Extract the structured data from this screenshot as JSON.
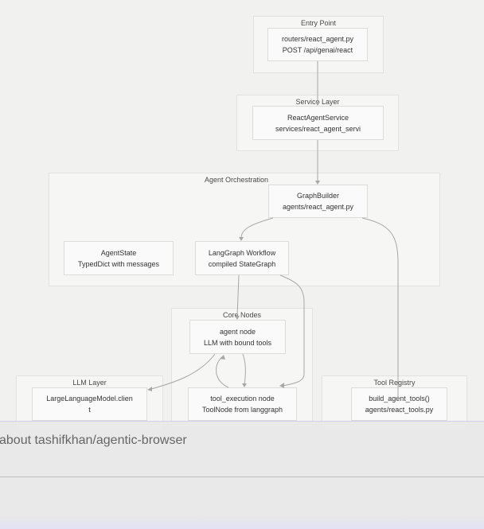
{
  "clusters": {
    "entry_point": "Entry Point",
    "service_layer": "Service Layer",
    "agent_orchestration": "Agent Orchestration",
    "core_nodes": "Core Nodes",
    "llm_layer": "LLM Layer",
    "tool_registry": "Tool Registry"
  },
  "nodes": {
    "router": [
      "routers/react_agent.py",
      "POST /api/genai/react"
    ],
    "service": [
      "ReactAgentService",
      "services/react_agent_servi"
    ],
    "graph_builder": [
      "GraphBuilder",
      "agents/react_agent.py"
    ],
    "agent_state": [
      "AgentState",
      "TypedDict with messages"
    ],
    "workflow": [
      "LangGraph Workflow",
      "compiled StateGraph"
    ],
    "agent_node": [
      "agent node",
      "LLM with bound tools"
    ],
    "llm_client": [
      "LargeLanguageModel.clien",
      "t"
    ],
    "tool_exec": [
      "tool_execution node",
      "ToolNode from langgraph"
    ],
    "build_tools": [
      "build_agent_tools()",
      "agents/react_tools.py"
    ]
  },
  "overlay": {
    "title": "about tashifkhan/agentic-browser"
  }
}
